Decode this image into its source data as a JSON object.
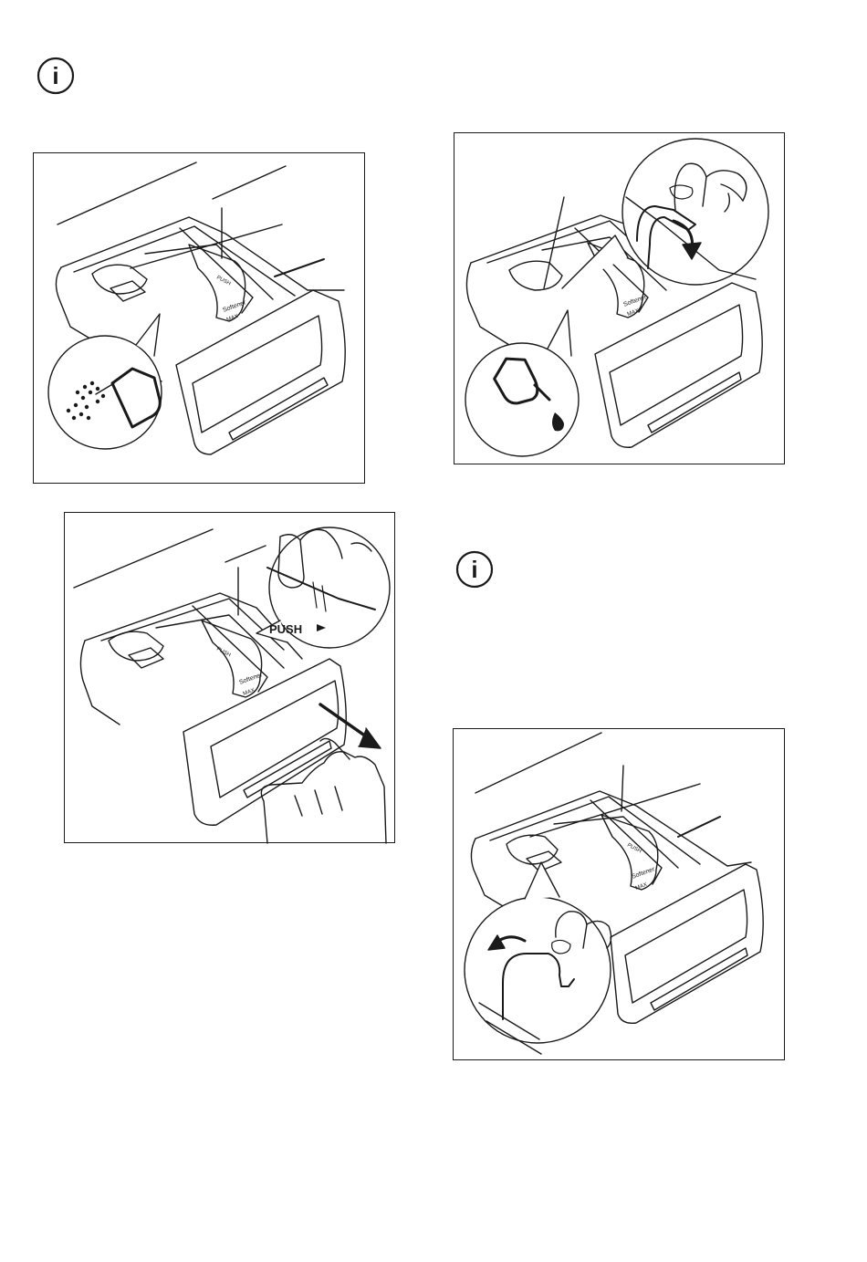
{
  "icons": {
    "info_symbol": "i",
    "info_icon_name": "info-icon"
  },
  "figures": {
    "fig1": {
      "softener_label": "Softener",
      "max_label": "MAX",
      "push_label": "PUSH"
    },
    "fig2": {
      "push_callout": "PUSH",
      "push_label": "PUSH",
      "softener_label": "Softener",
      "max_label": "MAX"
    },
    "fig3": {
      "softener_label": "Softener",
      "max_label": "MAX"
    },
    "fig4": {
      "push_label": "PUSH",
      "softener_label": "Softener",
      "max_label": "MAX"
    }
  }
}
